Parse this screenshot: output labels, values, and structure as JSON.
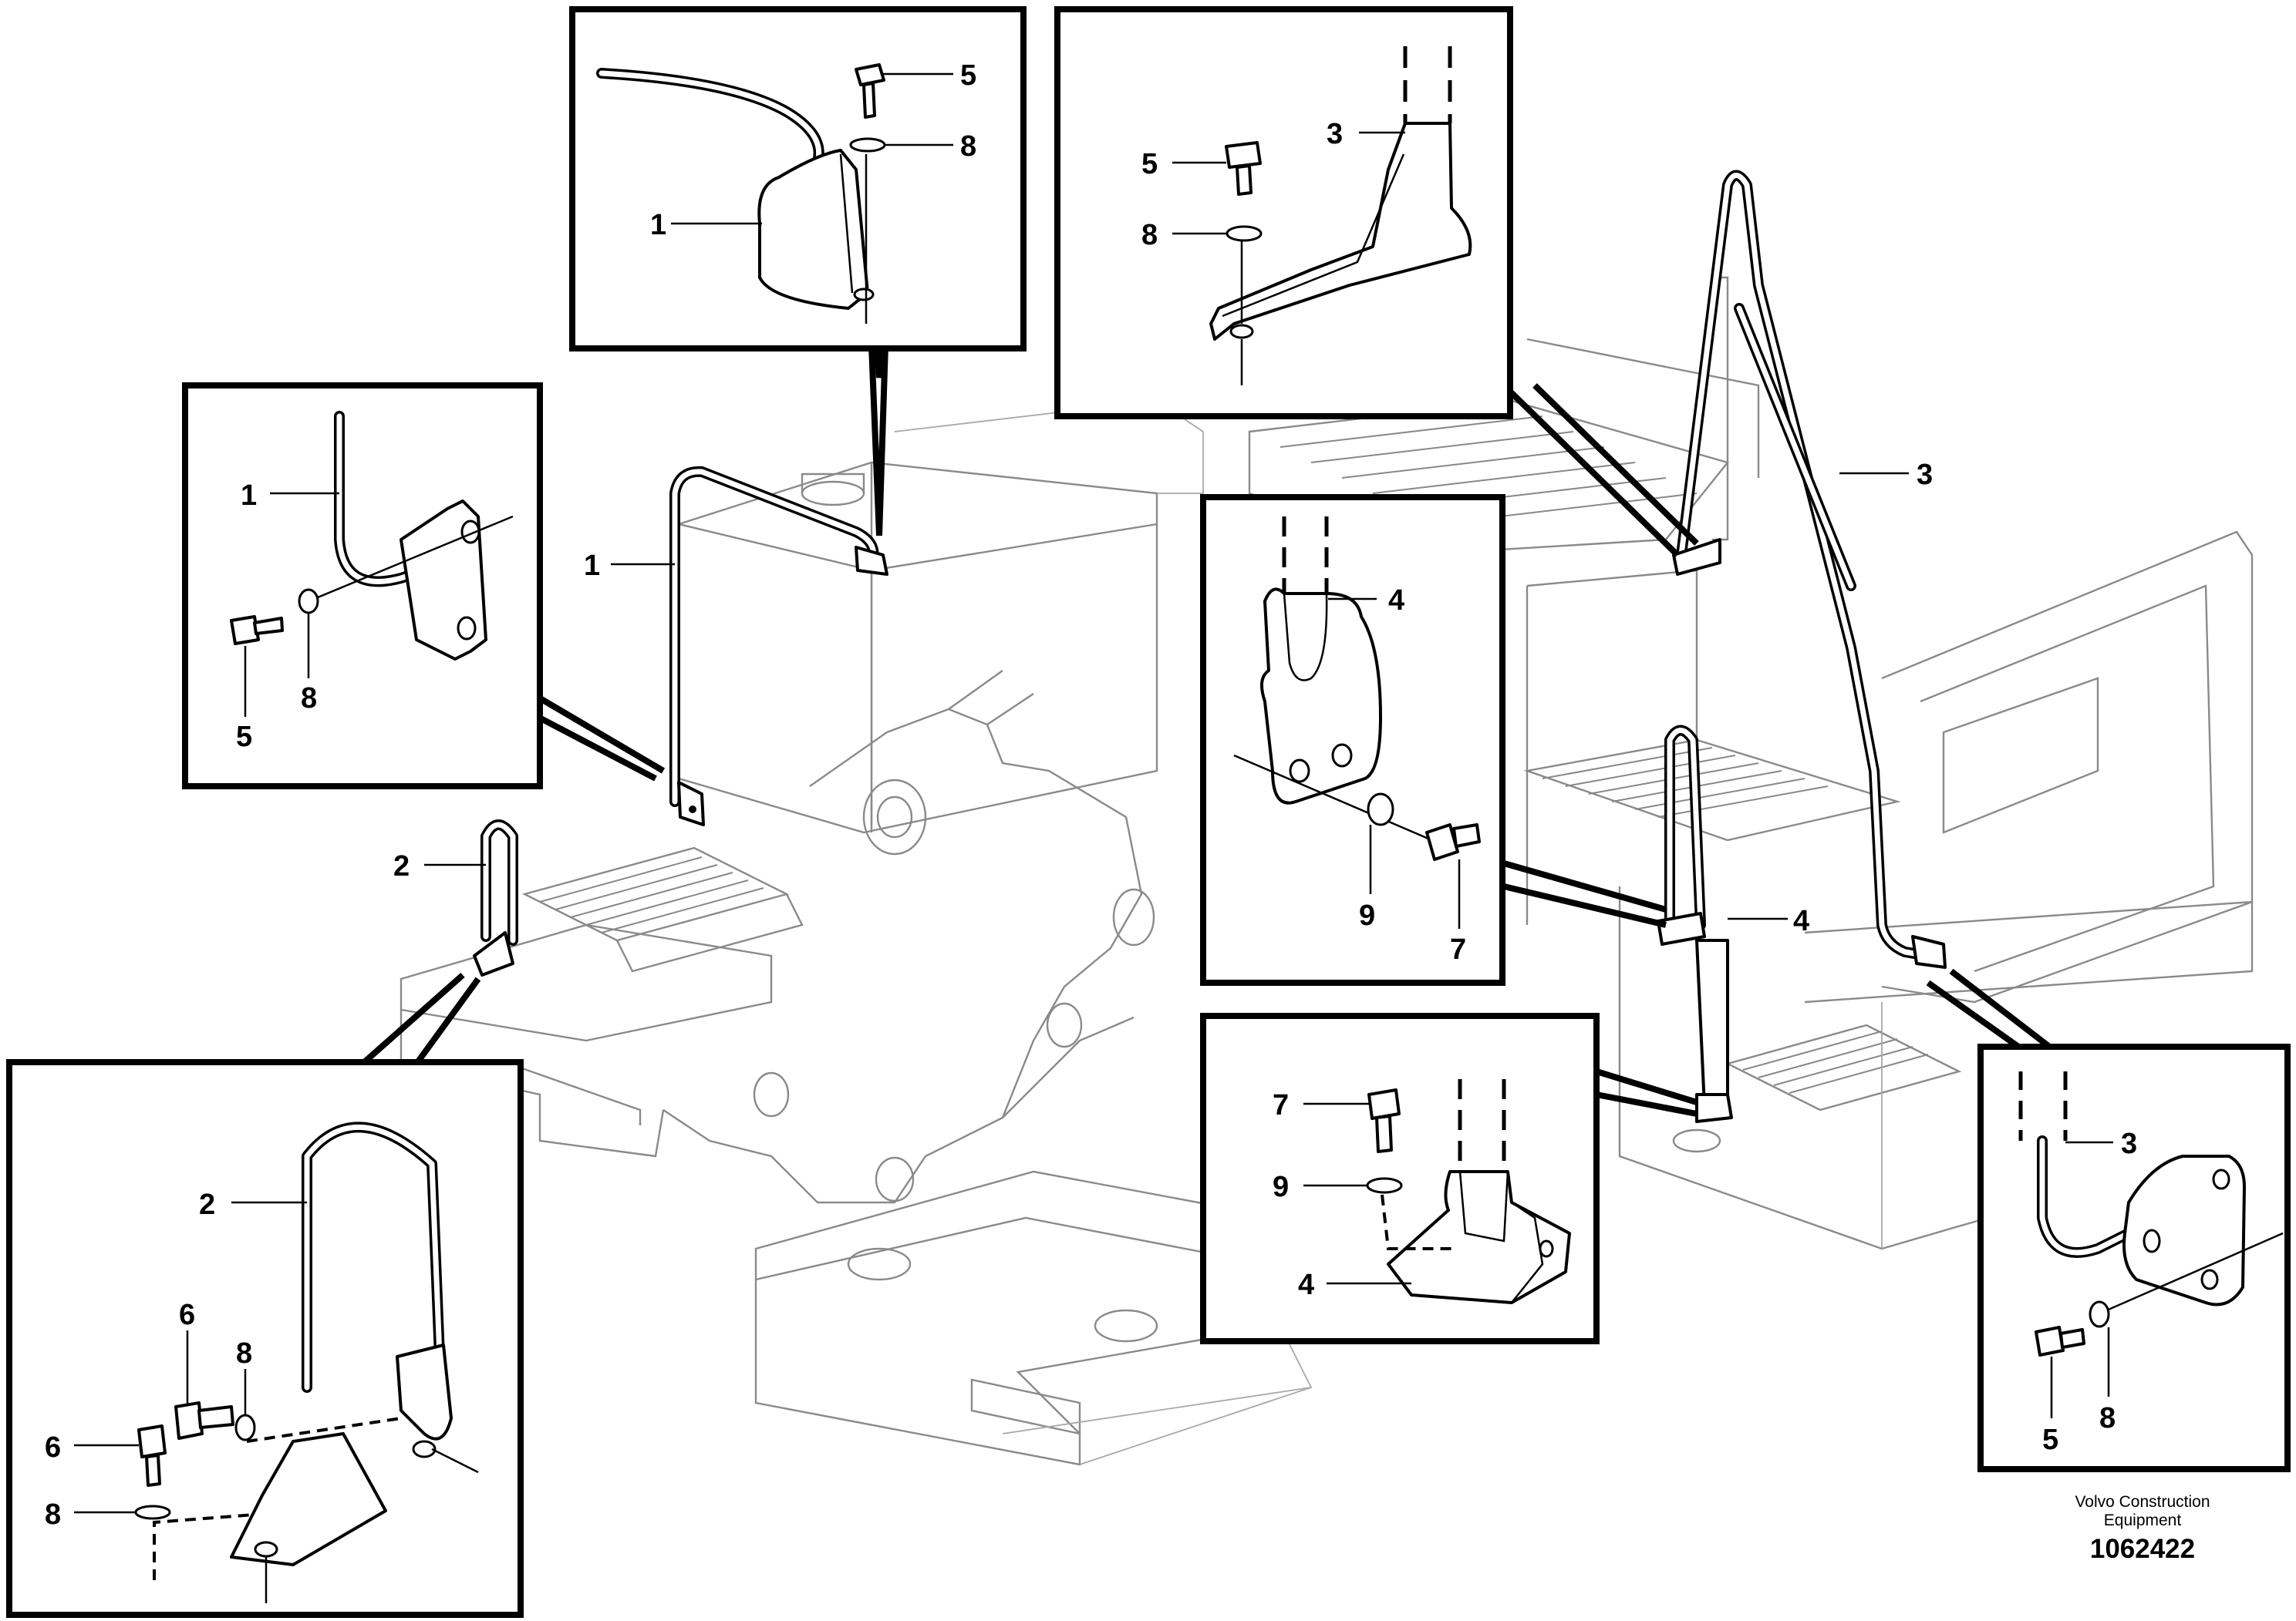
{
  "drawing": {
    "number": "1062422",
    "company": "Volvo Construction Equipment"
  },
  "callouts": {
    "detail_1_top": {
      "item": "1",
      "bolt": "5",
      "washer": "8"
    },
    "detail_1_left": {
      "item": "1",
      "bolt": "5",
      "washer": "8"
    },
    "main_1": "1",
    "main_2": "2",
    "detail_2": {
      "item": "2",
      "bolt_a": "6",
      "washer_a": "8",
      "bolt_b": "6",
      "washer_b": "8"
    },
    "detail_3_top": {
      "item": "3",
      "bolt": "5",
      "washer": "8"
    },
    "main_3": "3",
    "detail_4_mid": {
      "item": "4",
      "washer": "9",
      "bolt": "7"
    },
    "main_4": "4",
    "detail_4_low": {
      "bolt": "7",
      "washer": "9",
      "item": "4"
    },
    "detail_3_right": {
      "item": "3",
      "bolt": "5",
      "washer": "8"
    }
  }
}
